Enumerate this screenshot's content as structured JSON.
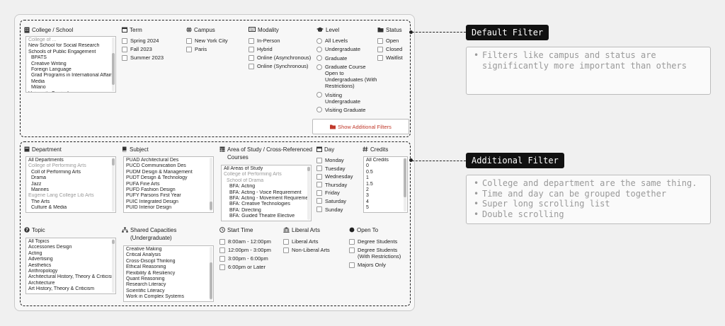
{
  "default_filter": {
    "college": {
      "label": "College / School",
      "items": [
        {
          "text": "College of ...",
          "cls": "gray"
        },
        {
          "text": "New School for Social Research",
          "cls": ""
        },
        {
          "text": "Schools of Public Engagement",
          "cls": ""
        },
        {
          "text": "BPATS",
          "cls": "ind1"
        },
        {
          "text": "Creative Writing",
          "cls": "ind1"
        },
        {
          "text": "Foreign Language",
          "cls": "ind1"
        },
        {
          "text": "Grad Programs in International Affairs",
          "cls": "ind1"
        },
        {
          "text": "Media",
          "cls": "ind1"
        },
        {
          "text": "Milano",
          "cls": "ind1"
        },
        {
          "text": "University Curriculum",
          "cls": ""
        }
      ]
    },
    "term": {
      "label": "Term",
      "options": [
        "Spring 2024",
        "Fall 2023",
        "Summer 2023"
      ]
    },
    "campus": {
      "label": "Campus",
      "options": [
        "New York City",
        "Paris"
      ]
    },
    "modality": {
      "label": "Modality",
      "options": [
        "In-Person",
        "Hybrid",
        "Online (Asynchronous)",
        "Online (Synchronous)"
      ]
    },
    "level": {
      "label": "Level",
      "options": [
        "All Levels",
        "Undergraduate",
        "Graduate",
        "Graduate Course Open to Undergraduates (With Restrictions)",
        "Visiting Undergraduate",
        "Visiting Graduate"
      ]
    },
    "status": {
      "label": "Status",
      "options": [
        "Open",
        "Closed",
        "Waitlist"
      ]
    },
    "show_additional": "Show Additional Filters"
  },
  "additional_filter": {
    "department": {
      "label": "Department",
      "items": [
        {
          "text": "All Departments",
          "cls": ""
        },
        {
          "text": "College of Performing Arts",
          "cls": "gray"
        },
        {
          "text": "Coll of Performing Arts",
          "cls": "ind1"
        },
        {
          "text": "Drama",
          "cls": "ind1"
        },
        {
          "text": "Jazz",
          "cls": "ind1"
        },
        {
          "text": "Mannes",
          "cls": "ind1"
        },
        {
          "text": "Eugene Lang College Lib Arts",
          "cls": "gray"
        },
        {
          "text": "The Arts",
          "cls": "ind1"
        },
        {
          "text": "Culture & Media",
          "cls": "ind1"
        }
      ]
    },
    "subject": {
      "label": "Subject",
      "items": [
        "PUAD Architectural Des",
        "PUCD Communication Des",
        "PUDM Design & Management",
        "PUDT Design & Technology",
        "PUFA Fine Arts",
        "PUFD Fashion Design",
        "PUFY Parsons First Year",
        "PUIC Integrated Design",
        "PUID Interior Design"
      ]
    },
    "area": {
      "label": "Area of Study / Cross-Referenced Courses",
      "items": [
        {
          "text": "All Areas of Study",
          "cls": ""
        },
        {
          "text": "College of Performing Arts",
          "cls": "gray"
        },
        {
          "text": "School of Drama",
          "cls": "gray ind1"
        },
        {
          "text": "BFA: Acting",
          "cls": "ind2"
        },
        {
          "text": "BFA: Acting - Voice Requirement",
          "cls": "ind2"
        },
        {
          "text": "BFA: Acting - Movement Requirement",
          "cls": "ind2"
        },
        {
          "text": "BFA: Creative Technologies",
          "cls": "ind2"
        },
        {
          "text": "BFA: Directing",
          "cls": "ind2"
        },
        {
          "text": "BFA: Guided Theatre Elective",
          "cls": "ind2"
        }
      ]
    },
    "day": {
      "label": "Day",
      "options": [
        "Monday",
        "Tuesday",
        "Wednesday",
        "Thursday",
        "Friday",
        "Saturday",
        "Sunday"
      ]
    },
    "credits": {
      "label": "Credits",
      "items": [
        "All Credits",
        "0",
        "0.5",
        "1",
        "1.5",
        "2",
        "3",
        "4",
        "5"
      ]
    },
    "topic": {
      "label": "Topic",
      "items": [
        "All Topics",
        "Accessories Design",
        "Acting",
        "Advertising",
        "Aesthetics",
        "Anthropology",
        "Architectural History, Theory & Criticism",
        "Architecture",
        "Art History, Theory & Criticism"
      ]
    },
    "shared": {
      "label": "Shared Capacities (Undergraduate)",
      "items": [
        "Creative Making",
        "Critical Analysis",
        "Cross-Discipl Thinking",
        "Ethical Reasoning",
        "Flexibility & Resiliency",
        "Quant Reasoning",
        "Research Literacy",
        "Scientific Literacy",
        "Work in Complex Systems"
      ]
    },
    "start_time": {
      "label": "Start Time",
      "options": [
        "8:00am - 12:00pm",
        "12:00pm - 3:00pm",
        "3:00pm - 6:00pm",
        "6:00pm or Later"
      ]
    },
    "liberal_arts": {
      "label": "Liberal Arts",
      "options": [
        "Liberal Arts",
        "Non-Liberal Arts"
      ]
    },
    "open_to": {
      "label": "Open To",
      "options": [
        "Degree Students",
        "Degree Students (With Restrictions)",
        "Majors Only"
      ]
    }
  },
  "annotations": {
    "default": {
      "tag": "Default Filter",
      "notes": [
        "Filters like campus and status are",
        "significantly more important than others"
      ]
    },
    "additional": {
      "tag": "Additional Filter",
      "notes": [
        "College and department are the same thing.",
        "Time and day can be grouped together",
        "Super long scrolling list",
        "Double scrolling"
      ]
    }
  }
}
